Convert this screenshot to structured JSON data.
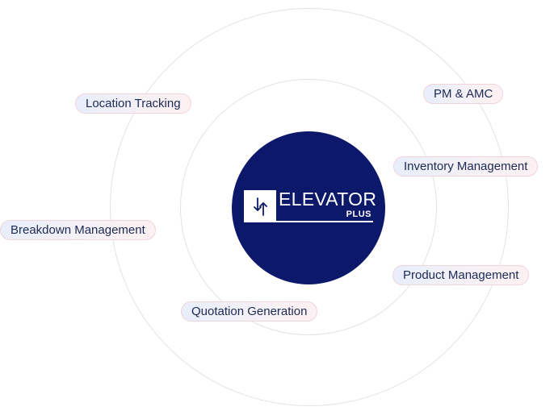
{
  "brand": {
    "name": "ELEVATOR",
    "sub": "PLUS",
    "hub_color": "#0c196b",
    "text_color": "#ffffff"
  },
  "features": {
    "location_tracking": "Location Tracking",
    "pm_amc": "PM & AMC",
    "inventory_management": "Inventory Management",
    "breakdown_management": "Breakdown Management",
    "product_management": "Product Management",
    "quotation_generation": "Quotation Generation"
  },
  "colors": {
    "pill_text": "#1b2a55",
    "pill_border": "#f0d4d8",
    "ring": "#e3e3e6"
  }
}
